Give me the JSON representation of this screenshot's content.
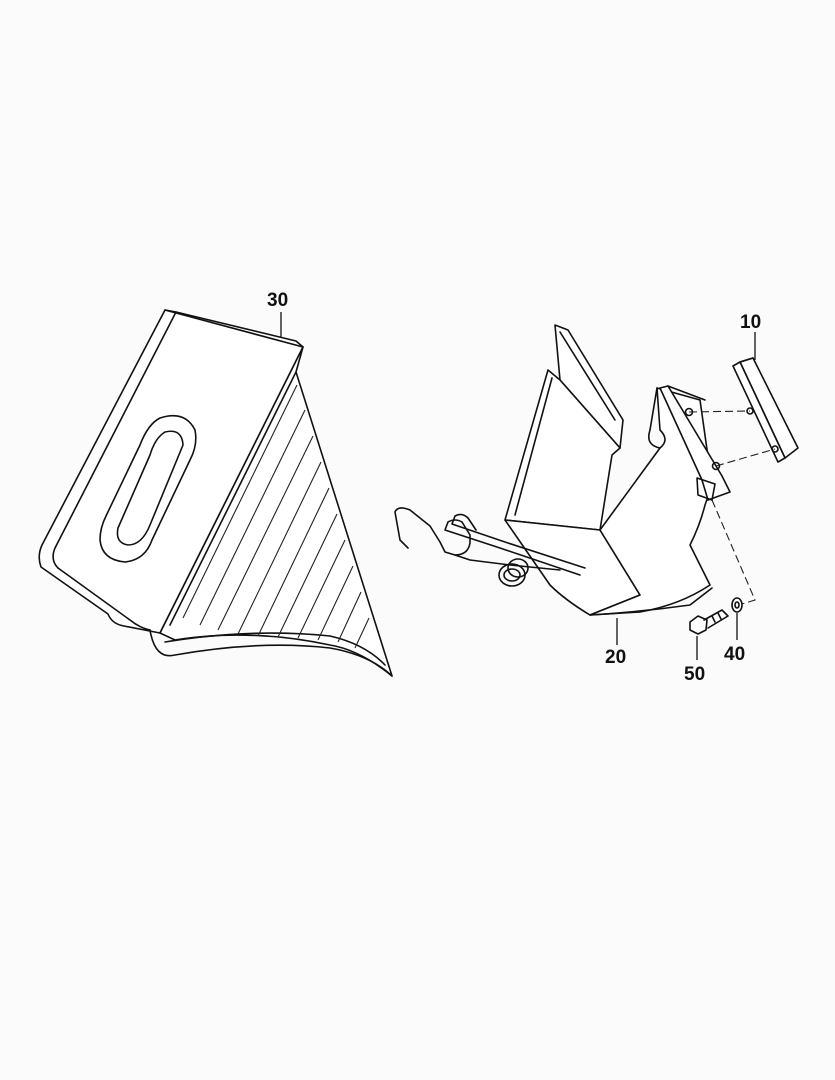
{
  "diagram": {
    "callouts": [
      {
        "id": "10",
        "label": "10"
      },
      {
        "id": "20",
        "label": "20"
      },
      {
        "id": "30",
        "label": "30"
      },
      {
        "id": "40",
        "label": "40"
      },
      {
        "id": "50",
        "label": "50"
      }
    ]
  }
}
